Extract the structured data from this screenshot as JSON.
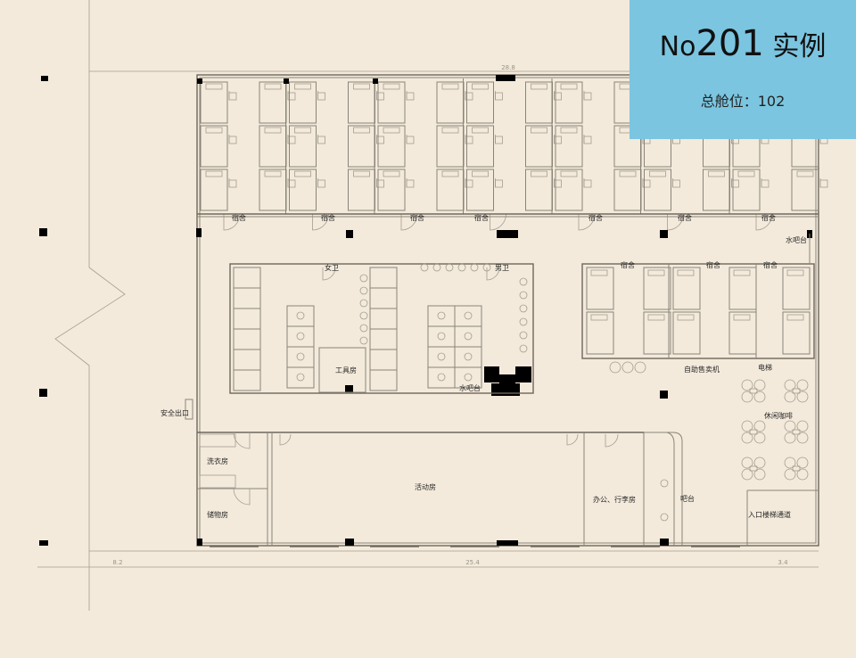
{
  "info_panel": {
    "title_prefix": "No",
    "title_number": "201",
    "title_suffix": "实例",
    "capacity_label": "总舱位：",
    "capacity_value": "102"
  },
  "colors": {
    "background": "#f3eadb",
    "panel": "#7bc5e0"
  },
  "dimensions": {
    "top": "28.8",
    "left": "8.2",
    "middle": "25.4",
    "right": "3.4"
  },
  "rooms": {
    "dorm": "宿舍",
    "female_wc": "女卫",
    "male_wc": "男卫",
    "tool_room": "工具房",
    "water_bar_1": "水吧台",
    "water_bar_2": "水吧台",
    "vending": "自助售卖机",
    "elevator": "电梯",
    "cafe": "休闲咖啡",
    "exit": "安全出口",
    "laundry": "洗衣房",
    "storage": "储物房",
    "activity": "活动房",
    "office": "办公、行李房",
    "bar": "吧台",
    "entrance": "入口楼梯通道"
  }
}
